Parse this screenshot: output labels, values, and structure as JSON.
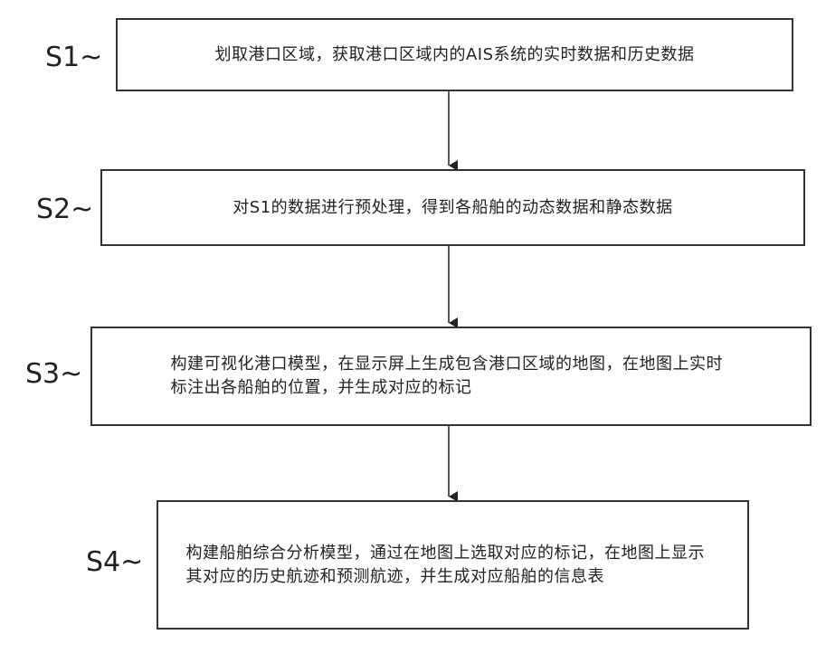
{
  "steps": [
    {
      "label": "S1~",
      "text": "划取港口区域，获取港口区域内的AIS系统的实时数据和历史数据"
    },
    {
      "label": "S2~",
      "text": "对S1的数据进行预处理，得到各船舶的动态数据和静态数据"
    },
    {
      "label": "S3~",
      "text": "构建可视化港口模型，在显示屏上生成包含港口区域的地图，在地图上实时标注出各船舶的位置，并生成对应的标记"
    },
    {
      "label": "S4~",
      "text": "构建船舶综合分析模型，通过在地图上选取对应的标记，在地图上显示其对应的历史航迹和预测航迹，并生成对应船舶的信息表"
    }
  ]
}
